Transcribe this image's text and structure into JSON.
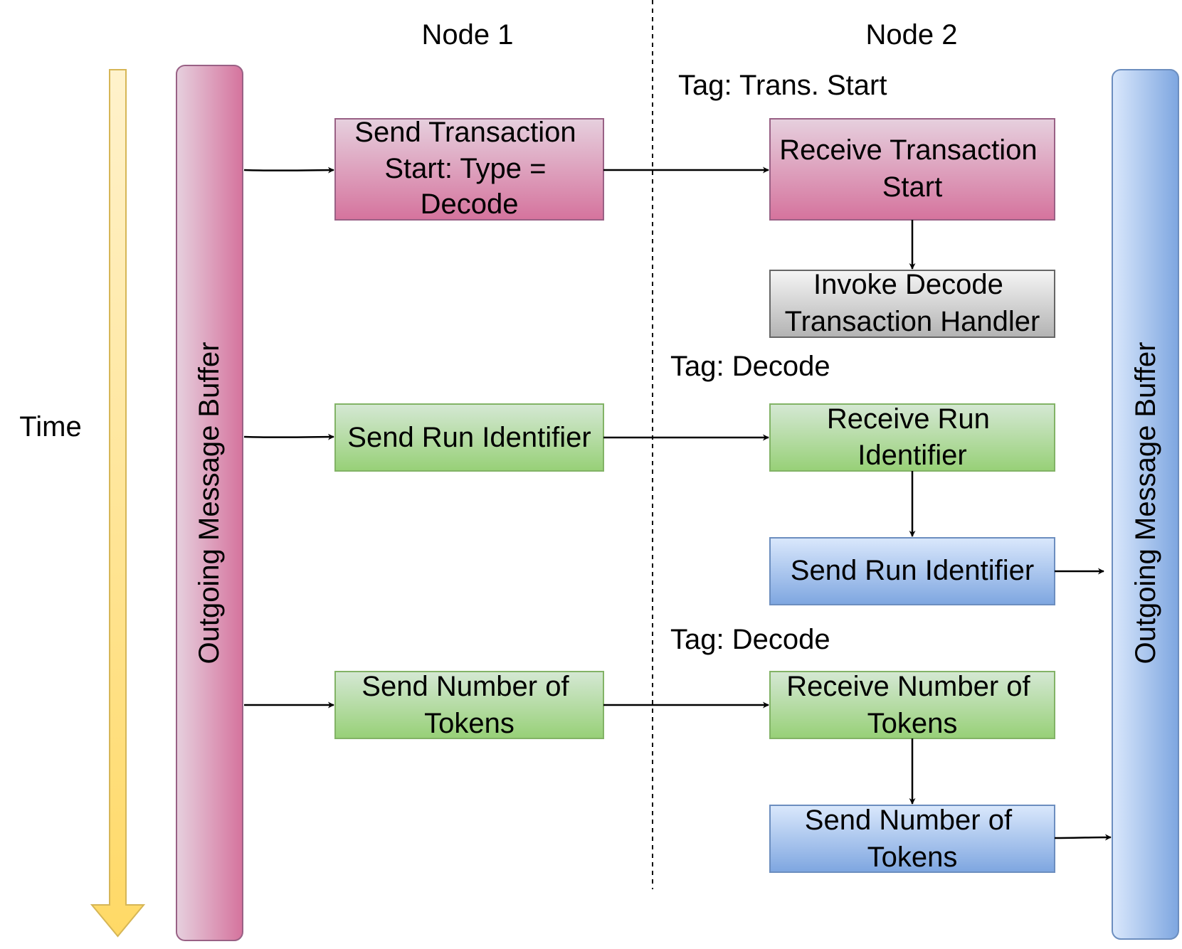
{
  "time_label": "Time",
  "node1": {
    "title": "Node 1"
  },
  "node2": {
    "title": "Node 2"
  },
  "left_buffer": {
    "label": "Outgoing Message Buffer"
  },
  "right_buffer": {
    "label": "Outgoing Message Buffer"
  },
  "tags": {
    "trans_start": "Tag: Trans. Start",
    "decode_1": "Tag: Decode",
    "decode_2": "Tag: Decode"
  },
  "boxes": {
    "send_trans_start": [
      "Send Transaction",
      "Start: Type =",
      "Decode"
    ],
    "recv_trans_start": [
      "Receive Transaction",
      "Start"
    ],
    "invoke_handler": [
      "Invoke Decode",
      "Transaction Handler"
    ],
    "send_run_id_n1": [
      "Send Run Identifier"
    ],
    "recv_run_id": [
      "Receive Run",
      "Identifier"
    ],
    "send_run_id_n2": [
      "Send Run Identifier"
    ],
    "send_num_tokens_n1": [
      "Send Number of",
      "Tokens"
    ],
    "recv_num_tokens": [
      "Receive Number of",
      "Tokens"
    ],
    "send_num_tokens_n2": [
      "Send Number of",
      "Tokens"
    ]
  },
  "colors": {
    "pink_top": "#e6d0de",
    "pink_bottom": "#d5739d",
    "pink_stroke": "#996185",
    "green_top": "#d5e8d4",
    "green_bottom": "#97d077",
    "green_stroke": "#82b366",
    "blue_top": "#dae8fc",
    "blue_bottom": "#7ea6e0",
    "blue_stroke": "#6c8ebf",
    "gray_top": "#f5f5f5",
    "gray_bottom": "#b3b3b3",
    "gray_stroke": "#666666",
    "time_top": "#fff2cc",
    "time_bottom": "#ffd966",
    "time_stroke": "#d6b656"
  }
}
